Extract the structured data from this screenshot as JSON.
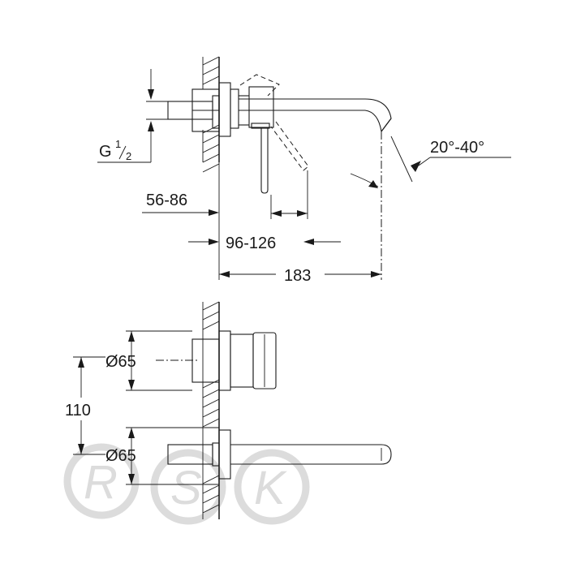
{
  "side_view": {
    "thread_label": "G",
    "thread_fraction_num": "1",
    "thread_fraction_den": "2",
    "angle_label": "20°-40°",
    "dim_wall_depth": "56-86",
    "dim_handle_offset": "96-126",
    "dim_total_reach": "183"
  },
  "front_view": {
    "dim_upper_diameter": "Ø65",
    "dim_lower_diameter": "Ø65",
    "dim_spacing": "110"
  },
  "watermark": {
    "letters": [
      "R",
      "S",
      "K"
    ]
  }
}
